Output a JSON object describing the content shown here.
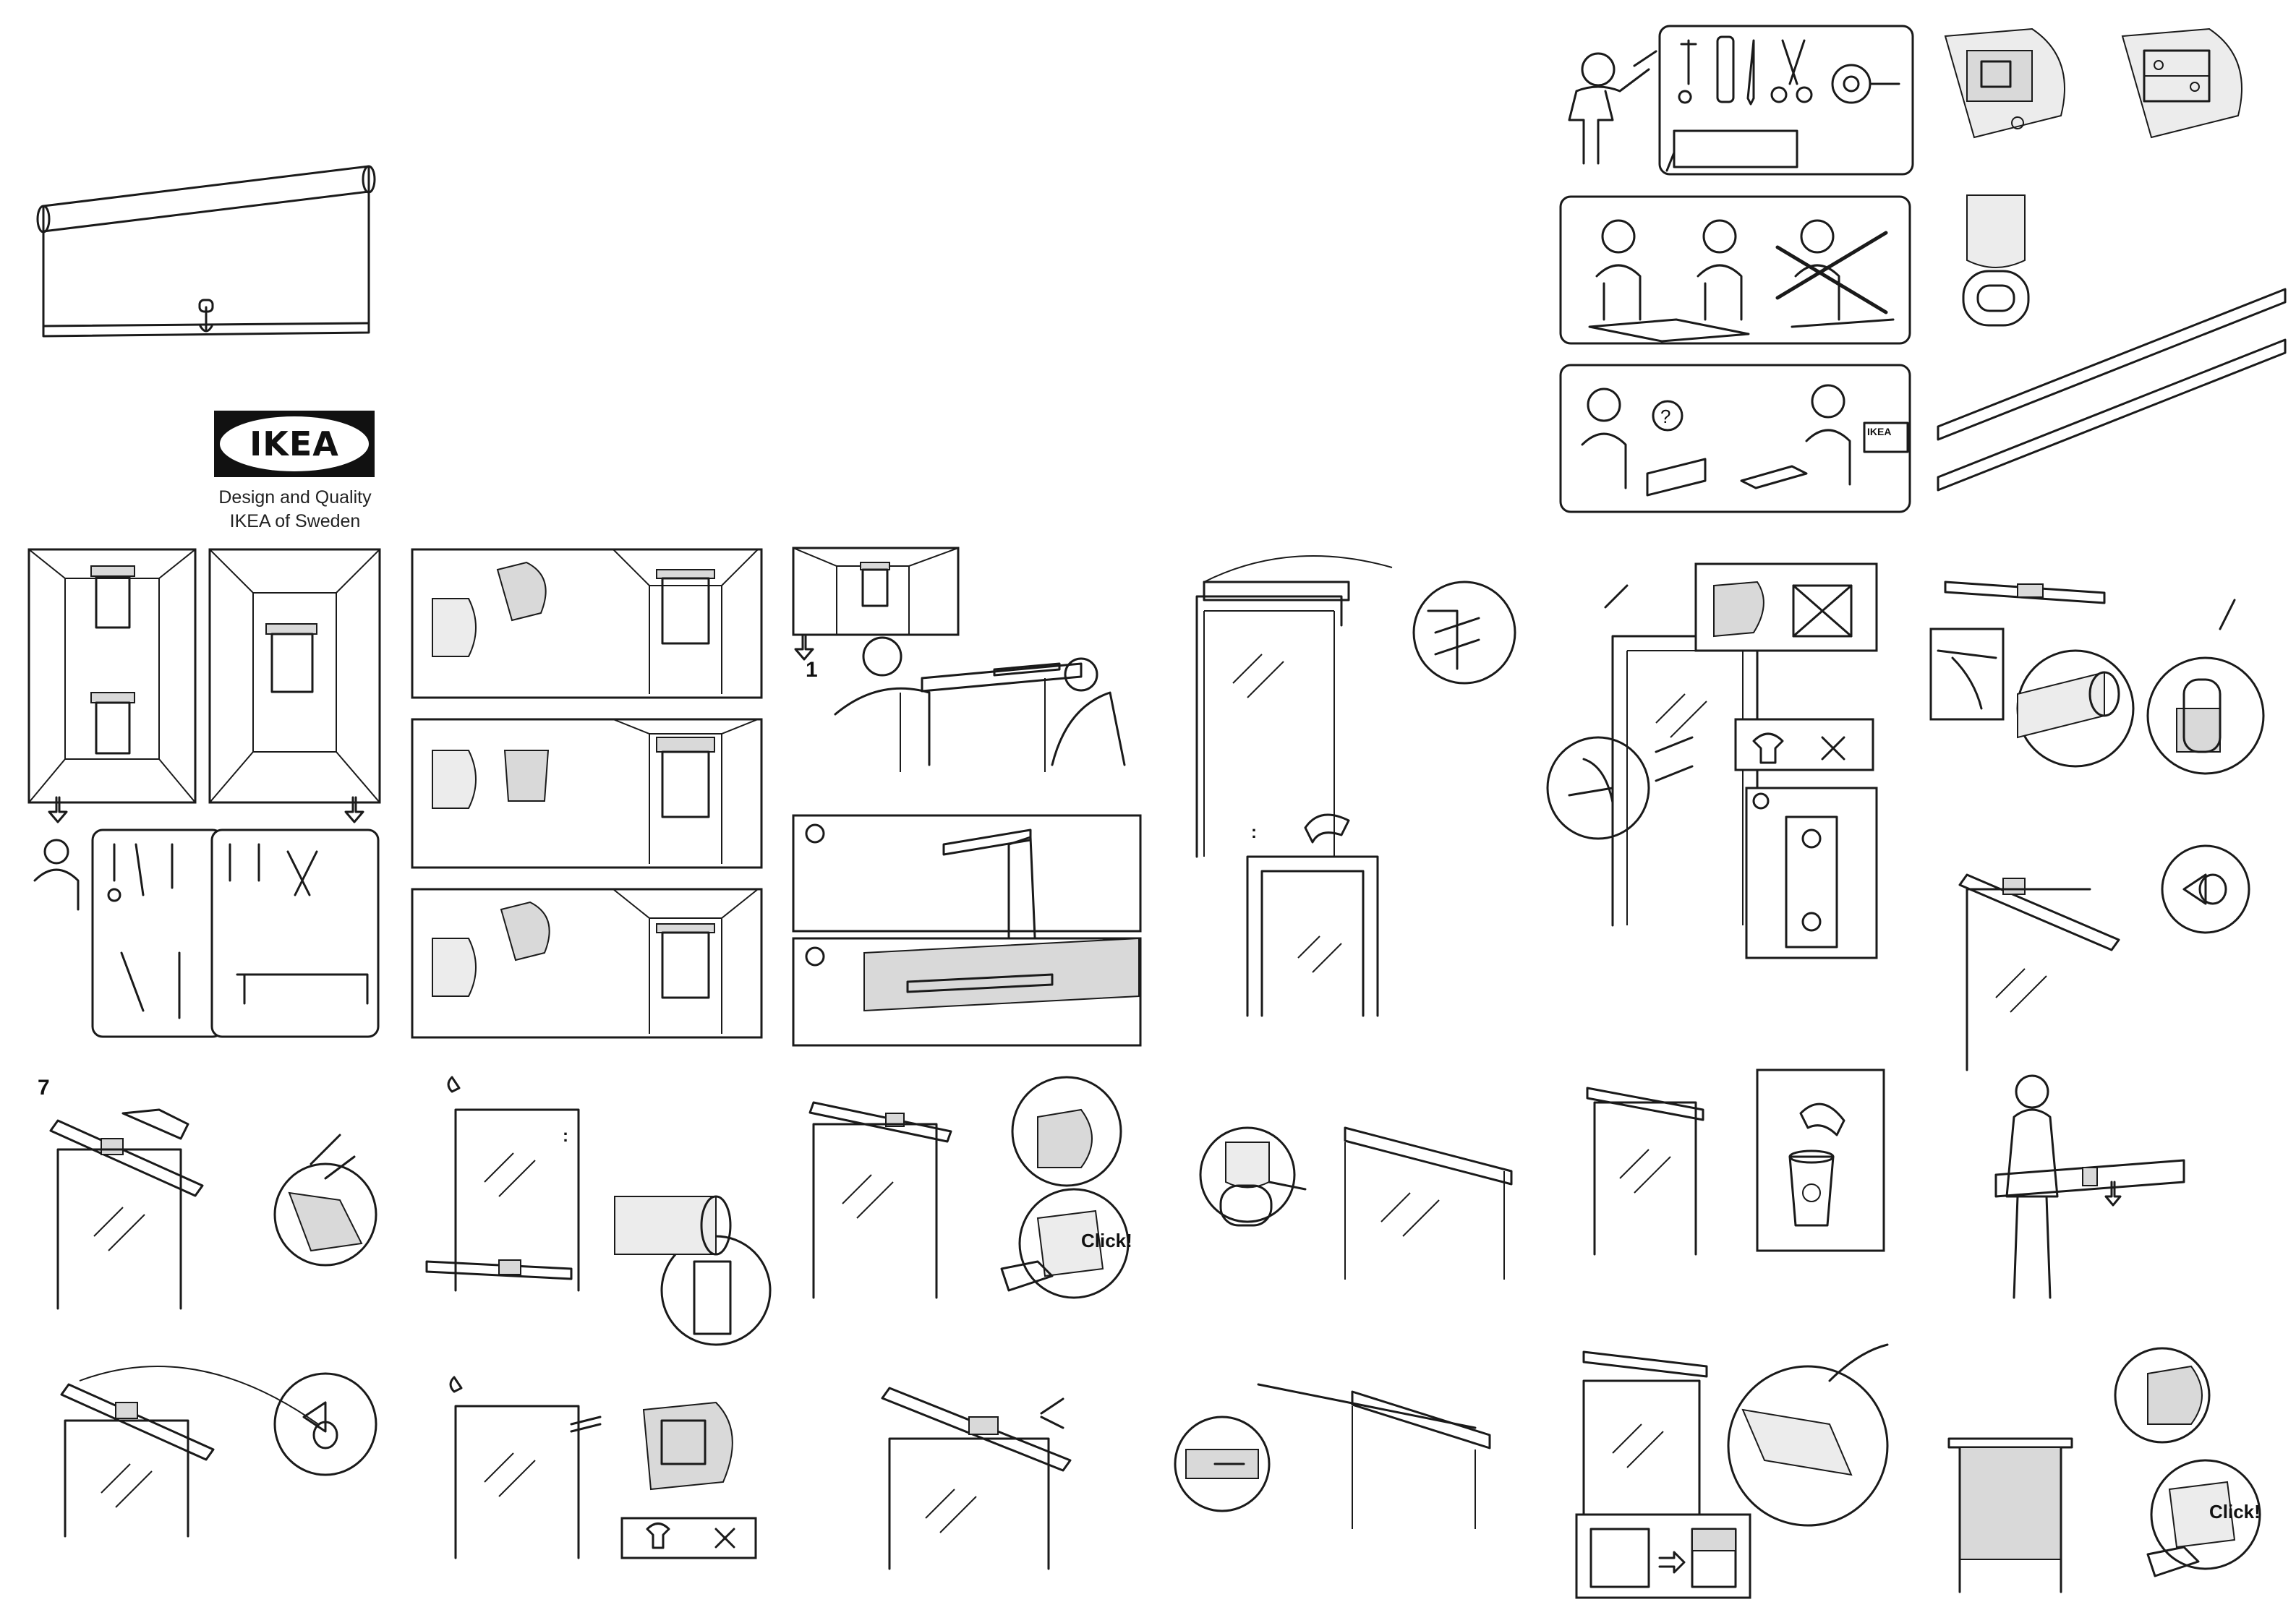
{
  "brand": {
    "logo_text": "IKEA",
    "tagline_line1": "Design and Quality",
    "tagline_line2": "IKEA of Sweden"
  },
  "steps": {
    "step_1": "1",
    "step_7": "7"
  },
  "callouts": {
    "click_1": "Click!",
    "click_2": "Click!"
  },
  "icons": {
    "info": "info-icon",
    "question": "question-icon",
    "recycle": "recycle-icon",
    "arrow": "arrow-icon"
  },
  "colors": {
    "ink": "#1a1a1a",
    "fill_gray": "#d9d9d9",
    "background": "#ffffff"
  }
}
